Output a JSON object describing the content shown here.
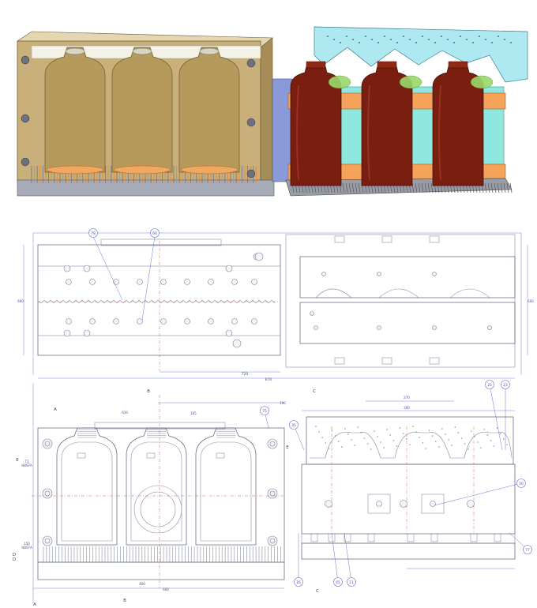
{
  "colors": {
    "mold_plate": "#c9b07a",
    "mold_plate_dark": "#a68d57",
    "bottle_red": "#7a1e10",
    "cyan_plate": "#8fe8e0",
    "orange_bar": "#f5a25a",
    "light_blue": "#aee8f0",
    "base_gray": "#8a8d96",
    "drawing_line": "#8a8ea3",
    "dimension_line": "#7d7fe0",
    "center_line": "#e05a5a"
  },
  "top_view": {
    "balloons": [
      "78",
      "66"
    ],
    "dimensions": [
      "720",
      "870",
      "600",
      "600"
    ]
  },
  "front_view": {
    "section_markers": [
      "A",
      "A",
      "B",
      "B",
      "C",
      "C",
      "D",
      "D",
      "E",
      "E"
    ],
    "balloons": [
      "75",
      "35",
      "20",
      "23",
      "50",
      "77",
      "16",
      "65",
      "11"
    ],
    "dimensions": [
      "165",
      "R20",
      "400",
      "270",
      "190",
      "300",
      "600",
      "T3",
      "H8S7A",
      "150",
      "H8S7A"
    ]
  }
}
